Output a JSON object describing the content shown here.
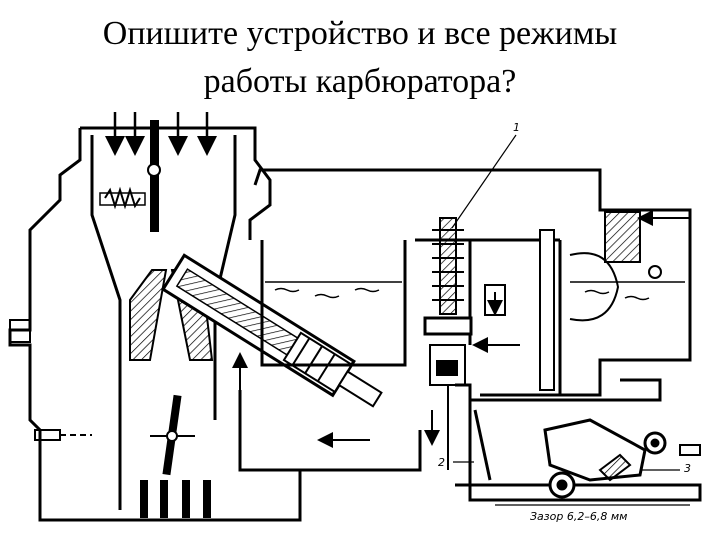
{
  "slide": {
    "title_line1": "Опишите  устройство и все режимы",
    "title_line2": "работы карбюратора?"
  },
  "diagram": {
    "callouts": {
      "c1": "1",
      "c2": "2",
      "c3": "3"
    },
    "gap_label": "Зазор 6,2–6,8 мм"
  }
}
